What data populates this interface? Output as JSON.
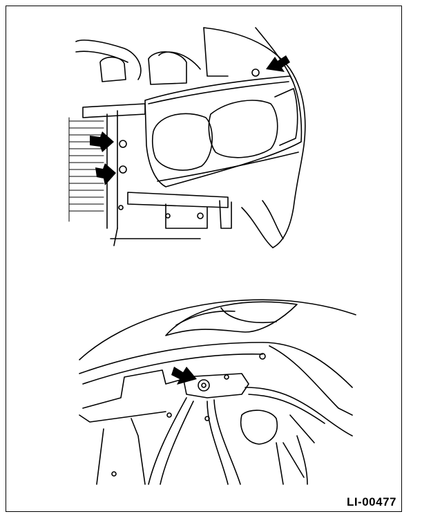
{
  "figure": {
    "code": "LI-00477",
    "line_color": "#000000",
    "background": "#ffffff"
  },
  "panels": [
    {
      "name": "top-panel",
      "content": "headlight-assembly-front-view",
      "arrow_count": 3
    },
    {
      "name": "bottom-panel",
      "content": "headlight-rear-mount-view",
      "arrow_count": 1
    }
  ]
}
